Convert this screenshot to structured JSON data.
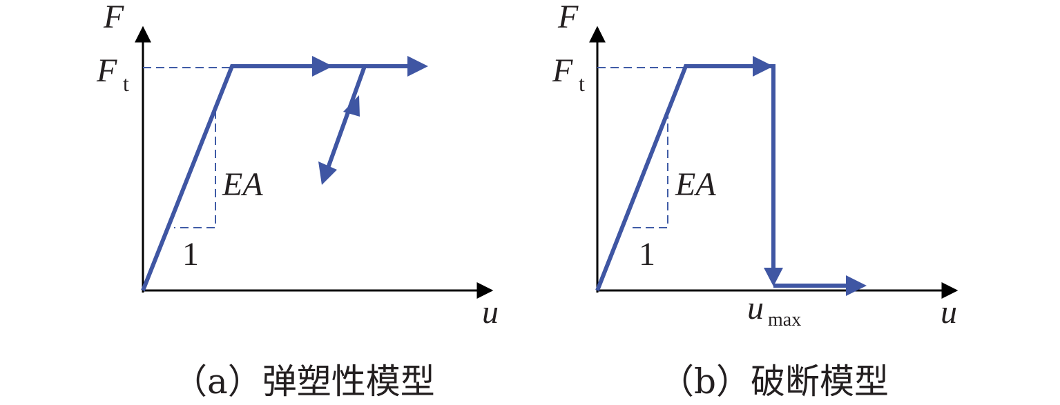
{
  "colors": {
    "curve": "#3f56a3",
    "axis": "#000000",
    "dash": "#3f5ba6",
    "text": "#231f20"
  },
  "panel_a": {
    "y_axis": "F",
    "x_axis": "u",
    "force_level": {
      "main": "F",
      "sub": "t"
    },
    "stiffness": "EA",
    "unit": "1",
    "caption": "（a）弹塑性模型"
  },
  "panel_b": {
    "y_axis": "F",
    "x_axis": "u",
    "force_level": {
      "main": "F",
      "sub": "t"
    },
    "stiffness": "EA",
    "unit": "1",
    "break_point": {
      "main": "u",
      "sub": "max"
    },
    "caption": "（b）破断模型"
  }
}
